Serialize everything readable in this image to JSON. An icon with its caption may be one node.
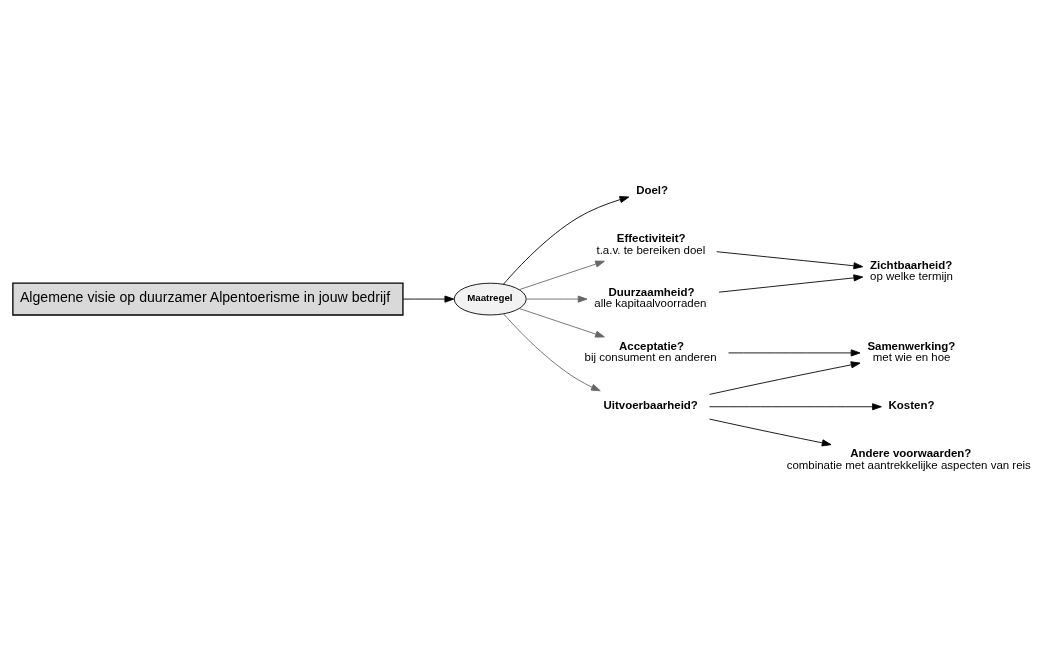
{
  "diagram": {
    "nodes": [
      {
        "text": [
          "Algemene visie op duurzamer Alpentoerisme in jouw bedrijf"
        ]
      },
      {
        "text": [
          "Maatregel"
        ]
      },
      {
        "text": [
          "Doel?"
        ]
      },
      {
        "text": [
          "Effectiviteit?",
          "t.a.v. te bereiken doel"
        ]
      },
      {
        "text": [
          "Duurzaamheid?",
          "alle kapitaalvoorraden"
        ]
      },
      {
        "text": [
          "Uitvoerbaarheid?"
        ]
      },
      {
        "text": [
          "Acceptatie?",
          "bij consument en anderen"
        ]
      },
      {
        "text": [
          "Zichtbaarheid?",
          "op welke termijn"
        ]
      },
      {
        "text": [
          "Samenwerking?",
          "met wie en hoe"
        ]
      },
      {
        "text": [
          "Kosten?"
        ]
      },
      {
        "text": [
          "Andere voorwaarden?",
          "combinatie met aantrekkelijke aspecten van reis"
        ]
      }
    ],
    "edges": [
      {
        "from": 0,
        "to": 1,
        "arrow": "to"
      },
      {
        "from": 1,
        "to": 2,
        "arrow": "to"
      },
      {
        "from": 1,
        "to": 3,
        "arrow": "to",
        "color": "#666666"
      },
      {
        "from": 1,
        "to": 4,
        "arrow": "to",
        "color": "#666666"
      },
      {
        "from": 1,
        "to": 5,
        "arrow": "to",
        "color": "#666666"
      },
      {
        "from": 1,
        "to": 6,
        "arrow": "to",
        "color": "#666666"
      },
      {
        "from": 3,
        "to": 7,
        "arrow": "to"
      },
      {
        "from": 4,
        "to": 7,
        "arrow": "to"
      },
      {
        "from": 5,
        "to": 8,
        "arrow": "to"
      },
      {
        "from": 5,
        "to": 9,
        "arrow": "to"
      },
      {
        "from": 5,
        "to": 10,
        "arrow": "to"
      },
      {
        "from": 6,
        "to": 8,
        "arrow": "to"
      }
    ]
  }
}
